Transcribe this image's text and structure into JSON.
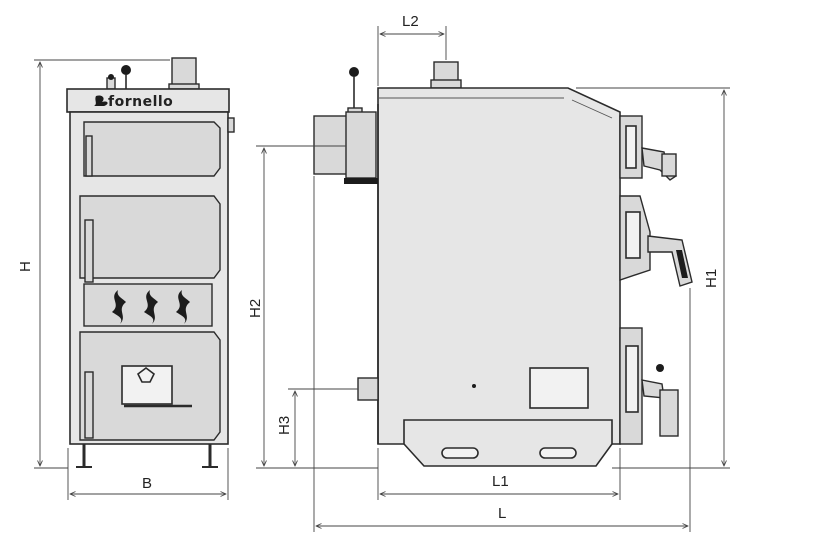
{
  "brand": "fornello",
  "dimensions": {
    "H": "H",
    "B": "B",
    "L2": "L2",
    "H2": "H2",
    "H3": "H3",
    "H1": "H1",
    "L1": "L1",
    "L": "L"
  },
  "colors": {
    "line": "#2b2b2b",
    "panel": "#d9d9d9",
    "body": "#e6e6e6"
  }
}
